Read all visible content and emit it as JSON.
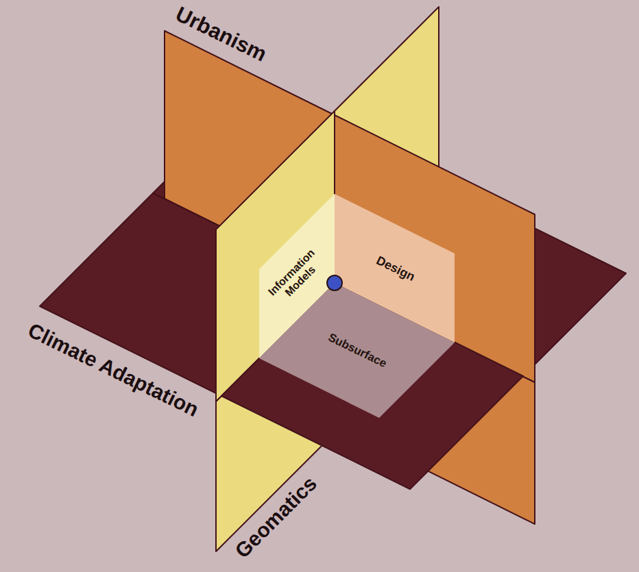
{
  "diagram": {
    "nodes": [
      {
        "text": [
          "Information Models"
        ]
      },
      {
        "text": [
          "Design"
        ]
      },
      {
        "text": [
          "Subsurface"
        ]
      }
    ],
    "labels": [
      "Urbanism",
      "Climate Adaptation",
      "Geomatics"
    ]
  }
}
